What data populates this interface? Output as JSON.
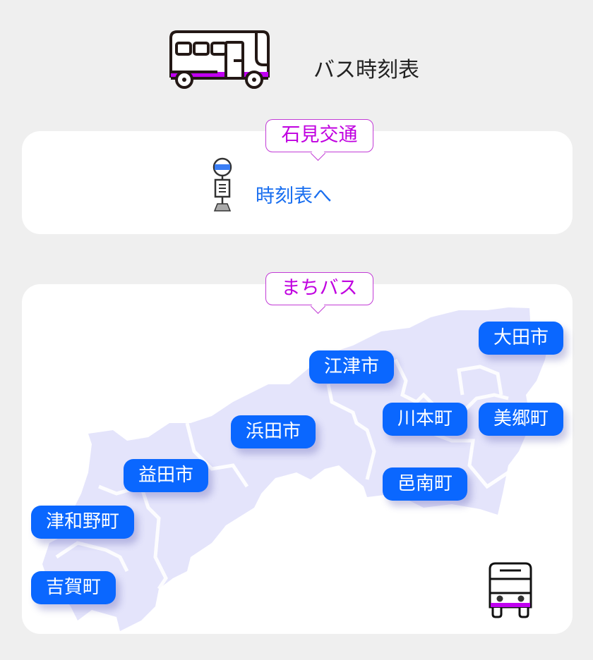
{
  "header": {
    "title": "バス時刻表",
    "icon": "bus-side-icon"
  },
  "iwami": {
    "tag": "石見交通",
    "link": "時刻表へ",
    "icon": "bus-stop-icon"
  },
  "machi": {
    "tag": "まちバス",
    "icon": "bus-front-icon",
    "areas": [
      "大田市",
      "江津市",
      "川本町",
      "美郷町",
      "浜田市",
      "益田市",
      "邑南町",
      "津和野町",
      "吉賀町"
    ]
  },
  "colors": {
    "accent": "#c000e0",
    "button": "#0a67ff",
    "map": "#e4e4fb"
  }
}
